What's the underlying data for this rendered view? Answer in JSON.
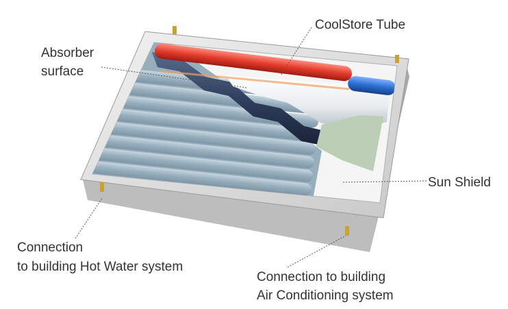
{
  "labels": {
    "coolstore_tube": "CoolStore Tube",
    "absorber_line1": "Absorber",
    "absorber_line2": "surface",
    "sun_shield": "Sun Shield",
    "hot_water_line1": "Connection",
    "hot_water_line2": "to building Hot Water system",
    "air_con_line1": "Connection to building",
    "air_con_line2": "Air Conditioning system"
  },
  "colors": {
    "frame": "#dcdcdc",
    "frame_shadow": "#a9a9a9",
    "absorber": "#97aebd",
    "absorber_tube_highlight": "#c7d6e0",
    "dark_tube": "#2f3f5e",
    "red_tube": "#e23b2b",
    "blue_tube": "#2a6fd4",
    "white_tube": "#f2f4f5",
    "sun_shield": "#bccfb6",
    "brass_fitting": "#c9a233",
    "leader_line": "#555555",
    "text": "#333333"
  },
  "icons": {
    "fittings": "brass-connector-icon"
  }
}
